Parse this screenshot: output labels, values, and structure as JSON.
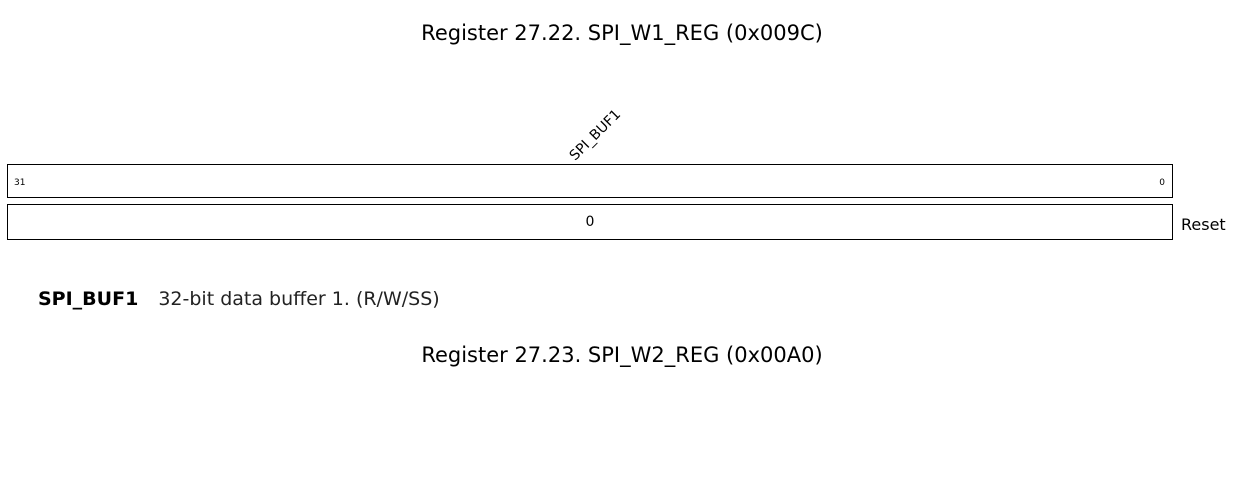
{
  "registers": [
    {
      "title": "Register 27.22. SPI_W1_REG (0x009C)",
      "field_label": "SPI_BUF1",
      "bit_high": "31",
      "bit_low": "0",
      "reset_value": "0",
      "reset_label": "Reset",
      "description": {
        "name": "SPI_BUF1",
        "text": "32-bit data buffer 1. (R/W/SS)"
      }
    },
    {
      "title": "Register 27.23. SPI_W2_REG (0x00A0)"
    }
  ]
}
